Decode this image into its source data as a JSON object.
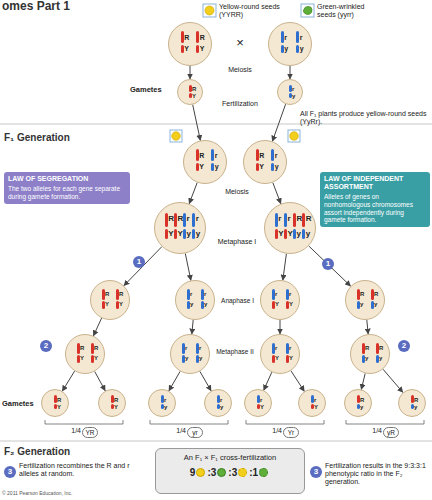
{
  "diagram": {
    "nodes": [
      {
        "text": [
          "Yellow-round seeds (YYRR)",
          "R",
          "R",
          "Y",
          "Y"
        ]
      },
      {
        "text": [
          "Green-wrinkled seeds (yyrr)",
          "r",
          "r",
          "y",
          "y"
        ]
      },
      {
        "text": [
          "R",
          "Y"
        ]
      },
      {
        "text": [
          "r",
          "y"
        ]
      },
      {
        "text": [
          "R",
          "r",
          "Y",
          "y"
        ]
      },
      {
        "text": [
          "R",
          "r",
          "Y",
          "y"
        ]
      },
      {
        "text": [
          "LAW OF SEGREGATION",
          "The two alleles for each gene separate during gamete formation."
        ]
      },
      {
        "text": [
          "LAW OF INDEPENDENT ASSORTMENT",
          "Alleles of genes on nonhomologous chromosomes assort independently during gamete formation."
        ]
      },
      {
        "text": [
          "R",
          "R",
          "r",
          "r",
          "Y",
          "Y",
          "y",
          "y"
        ]
      },
      {
        "text": [
          "r",
          "r",
          "R",
          "R",
          "Y",
          "Y",
          "y",
          "y"
        ]
      },
      {
        "text": [
          "R",
          "R",
          "Y",
          "Y"
        ]
      },
      {
        "text": [
          "r",
          "r",
          "y",
          "y"
        ]
      },
      {
        "text": [
          "r",
          "r",
          "Y",
          "Y"
        ]
      },
      {
        "text": [
          "R",
          "R",
          "y",
          "y"
        ]
      },
      {
        "text": [
          "R",
          "R",
          "Y",
          "Y"
        ]
      },
      {
        "text": [
          "r",
          "r",
          "y",
          "y"
        ]
      },
      {
        "text": [
          "r",
          "r",
          "Y",
          "Y"
        ]
      },
      {
        "text": [
          "R",
          "R",
          "y",
          "y"
        ]
      },
      {
        "text": [
          "R",
          "Y"
        ]
      },
      {
        "text": [
          "R",
          "Y"
        ]
      },
      {
        "text": [
          "r",
          "y"
        ]
      },
      {
        "text": [
          "r",
          "y"
        ]
      },
      {
        "text": [
          "r",
          "Y"
        ]
      },
      {
        "text": [
          "r",
          "Y"
        ]
      },
      {
        "text": [
          "R",
          "y"
        ]
      },
      {
        "text": [
          "R",
          "y"
        ]
      },
      {
        "text": [
          "An F₁ × F₁ cross-fertilization",
          "9",
          ":3",
          ":3",
          ":1"
        ]
      }
    ],
    "edges": [
      {
        "from": 0,
        "to": 2,
        "arrow": "to"
      },
      {
        "from": 1,
        "to": 3,
        "arrow": "to"
      },
      {
        "from": 2,
        "to": 4,
        "arrow": "to"
      },
      {
        "from": 3,
        "to": 5,
        "arrow": "to"
      },
      {
        "from": 4,
        "to": 8,
        "arrow": "to"
      },
      {
        "from": 5,
        "to": 9,
        "arrow": "to"
      },
      {
        "from": 8,
        "to": 10,
        "arrow": "to"
      },
      {
        "from": 8,
        "to": 11,
        "arrow": "to"
      },
      {
        "from": 9,
        "to": 12,
        "arrow": "to"
      },
      {
        "from": 9,
        "to": 13,
        "arrow": "to"
      },
      {
        "from": 10,
        "to": 14,
        "arrow": "to"
      },
      {
        "from": 11,
        "to": 15,
        "arrow": "to"
      },
      {
        "from": 12,
        "to": 16,
        "arrow": "to"
      },
      {
        "from": 13,
        "to": 17,
        "arrow": "to"
      },
      {
        "from": 14,
        "to": 18,
        "arrow": "to"
      },
      {
        "from": 14,
        "to": 19,
        "arrow": "to"
      },
      {
        "from": 15,
        "to": 20,
        "arrow": "to"
      },
      {
        "from": 15,
        "to": 21,
        "arrow": "to"
      },
      {
        "from": 16,
        "to": 22,
        "arrow": "to"
      },
      {
        "from": 16,
        "to": 23,
        "arrow": "to"
      },
      {
        "from": 17,
        "to": 24,
        "arrow": "to"
      },
      {
        "from": 17,
        "to": 25,
        "arrow": "to"
      }
    ],
    "labels": [
      "omes Part 1",
      "×",
      "Meiosis",
      "Fertilization",
      "Gametes",
      "All F₁ plants produce yellow-round seeds (YyRr).",
      "F₁ Generation",
      "Meiosis",
      "Metaphase I",
      "1",
      "1",
      "Anaphase I",
      "2",
      "2",
      "Metaphase II",
      "Gametes",
      "1/4",
      "YR",
      "1/4",
      "yr",
      "1/4",
      "Yr",
      "1/4",
      "yR",
      "F₂ Generation",
      "3",
      "Fertilization recombines the R and r alleles at random.",
      "3",
      "Fertilization results in the 9:3:3:1 phenotypic ratio in the F₂ generation.",
      "© 2011 Pearson Education, Inc."
    ]
  }
}
